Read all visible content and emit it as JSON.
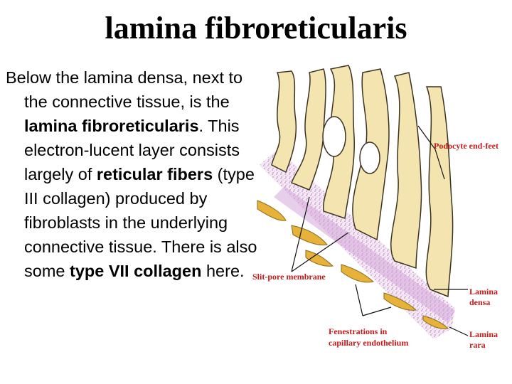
{
  "slide": {
    "title": "lamina fibroreticularis",
    "body": {
      "t1": "Below the lamina densa, next to the connective tissue, is the ",
      "b1": "lamina fibroreticularis",
      "t2": ". This electron-lucent layer consists largely of ",
      "b2": "reticular fibers",
      "t3": " (type III collagen) produced by fibroblasts in the underlying connective tissue. There is also some ",
      "b3": "type VII collagen",
      "t4": " here."
    }
  },
  "diagram": {
    "labels": {
      "podocyte": "Podocyte end-feet",
      "slit_pore": "Slit-pore membrane",
      "lamina_densa_1": "Lamina",
      "lamina_densa_2": "densa",
      "fenestrations_1": "Fenestrations in",
      "fenestrations_2": "capillary endothelium",
      "lamina_rara_1": "Lamina",
      "lamina_rara_2": "rara"
    },
    "colors": {
      "label": "#c41a1a",
      "cell_fill": "#f3e4b0",
      "cell_stroke": "#3b3322",
      "endothelium_fill": "#e6b23a",
      "basement_membrane": "#c8a0d0"
    }
  }
}
